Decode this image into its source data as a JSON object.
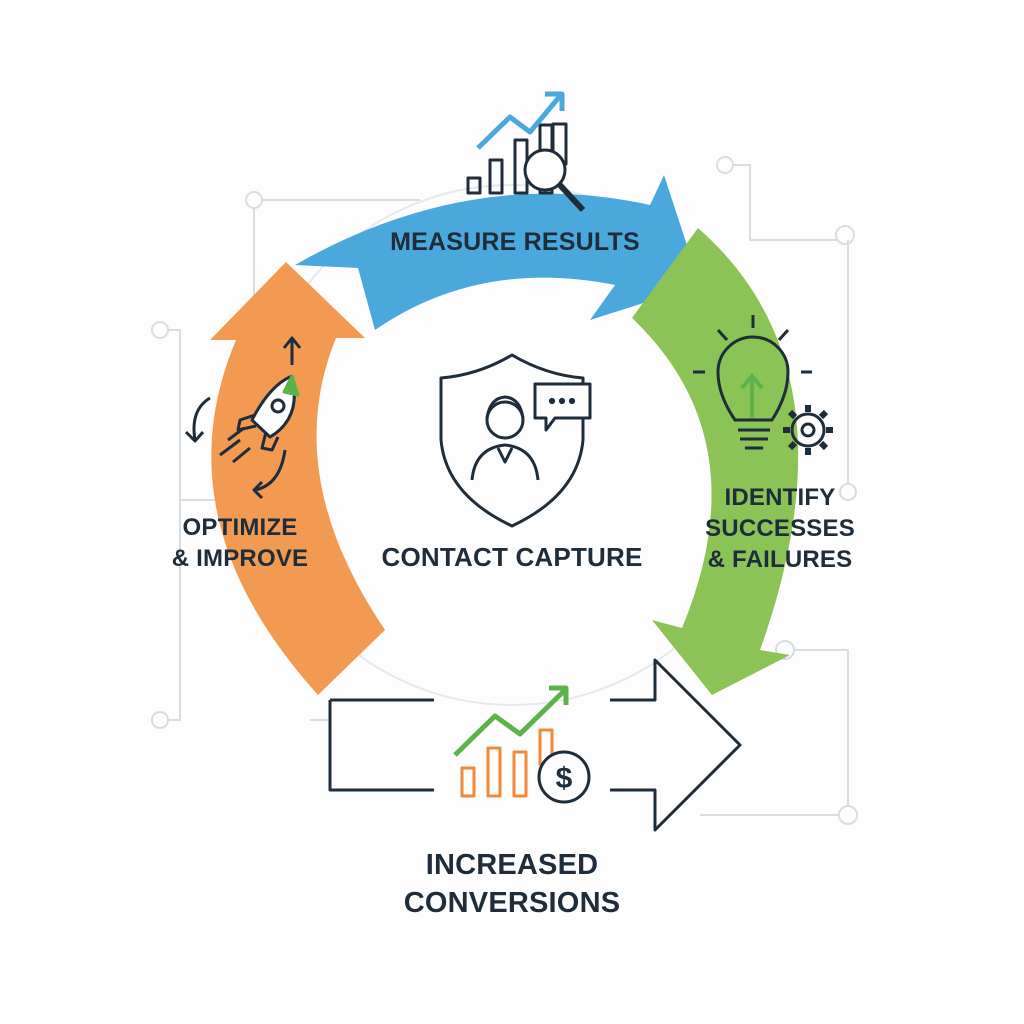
{
  "diagram": {
    "center_label": "CONTACT CAPTURE",
    "steps": [
      {
        "label": "MEASURE RESULTS",
        "icon": "chart-magnifier-icon",
        "color": "#4aa8dc"
      },
      {
        "label_lines": [
          "IDENTIFY",
          "SUCCESSES",
          "& FAILURES"
        ],
        "icon": "lightbulb-gear-icon",
        "color": "#8bc357"
      },
      {
        "label_lines": [
          "OPTIMIZE",
          "& IMPROVE"
        ],
        "icon": "rocket-icon",
        "color": "#f29a52"
      }
    ],
    "outcome": {
      "label_lines": [
        "INCREASED",
        "CONVERSIONS"
      ],
      "icon": "bar-chart-dollar-icon"
    },
    "center_icon": "shield-user-chat-icon",
    "colors": {
      "ink": "#1f2d3a",
      "accent_green": "#5db34a",
      "accent_orange": "#f08a3a",
      "circuit": "#d8dde2"
    }
  }
}
